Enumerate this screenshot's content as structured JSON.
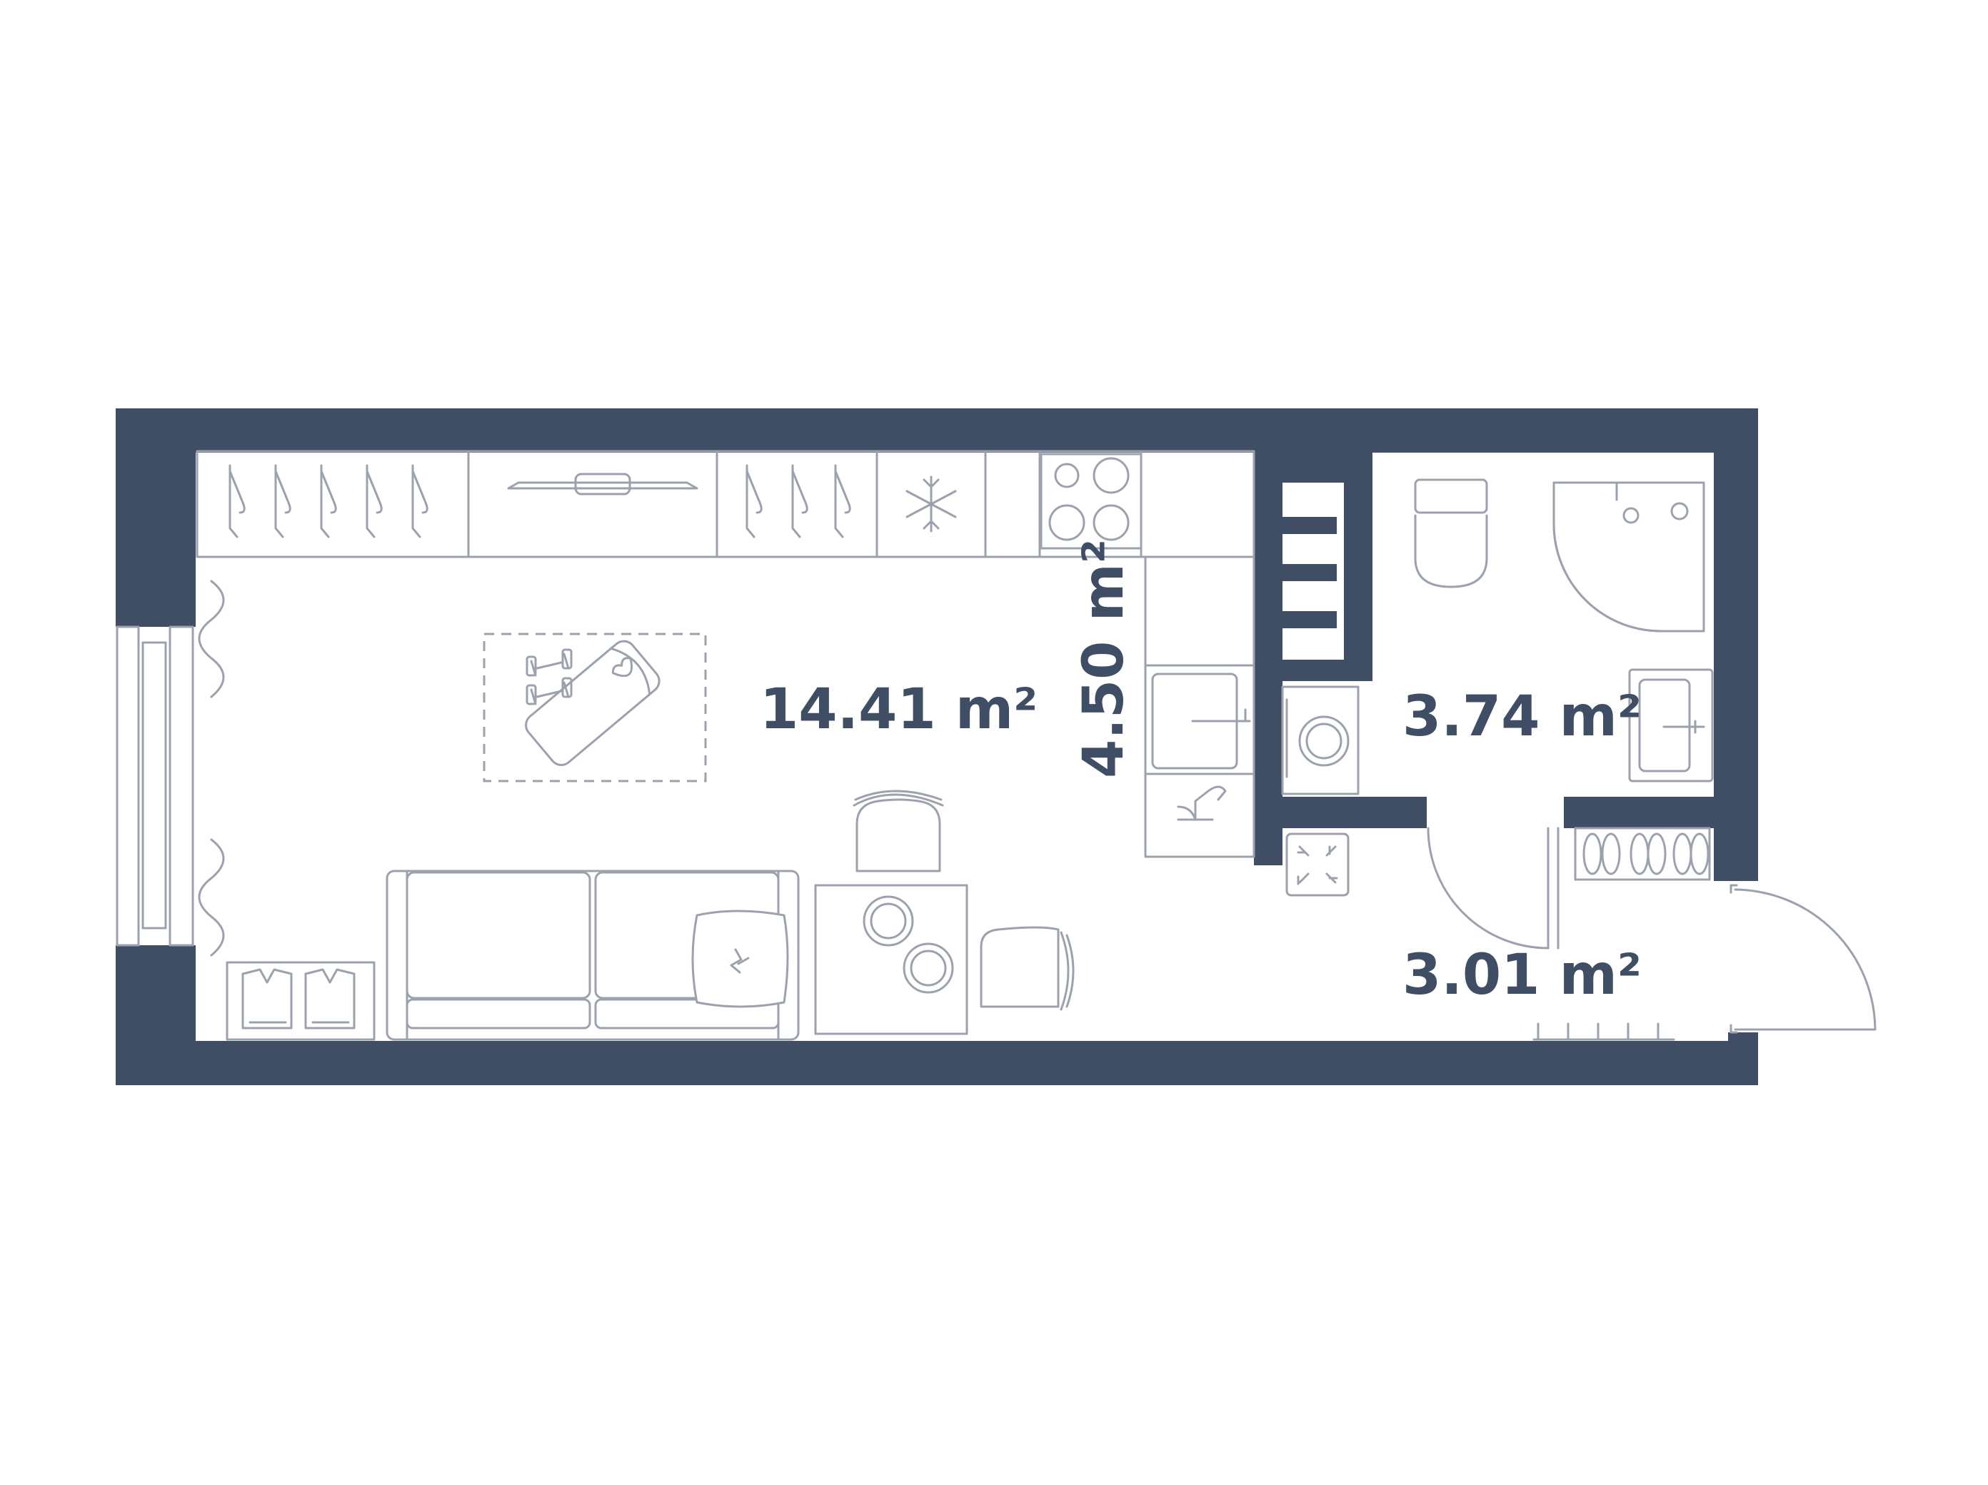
{
  "colors": {
    "wall": "#3f4e64",
    "furniture_line": "#9ba2ad",
    "background": "#ffffff"
  },
  "rooms": {
    "living": {
      "area": "14.41 m²"
    },
    "kitchen": {
      "area": "4.50 m²"
    },
    "bathroom": {
      "area": "3.74 m²"
    },
    "hallway": {
      "area": "3.01 m²"
    }
  },
  "furniture_icons": [
    "wardrobe-hanger-icon",
    "wall-tv-icon",
    "refrigerator-snowflake-icon",
    "cooktop-icon",
    "kitchen-sink-icon",
    "faucet-icon",
    "washing-machine-icon",
    "toilet-icon",
    "shower-icon",
    "bathroom-sink-icon",
    "shoe-rack-icon",
    "sofa-icon",
    "cushion-icon",
    "dining-table-icon",
    "chair-icon",
    "yoga-mat-icon",
    "dumbbell-icon",
    "folded-shirt-icon",
    "curtain-icon",
    "window-icon",
    "entrance-door-icon",
    "radiator-icon"
  ]
}
